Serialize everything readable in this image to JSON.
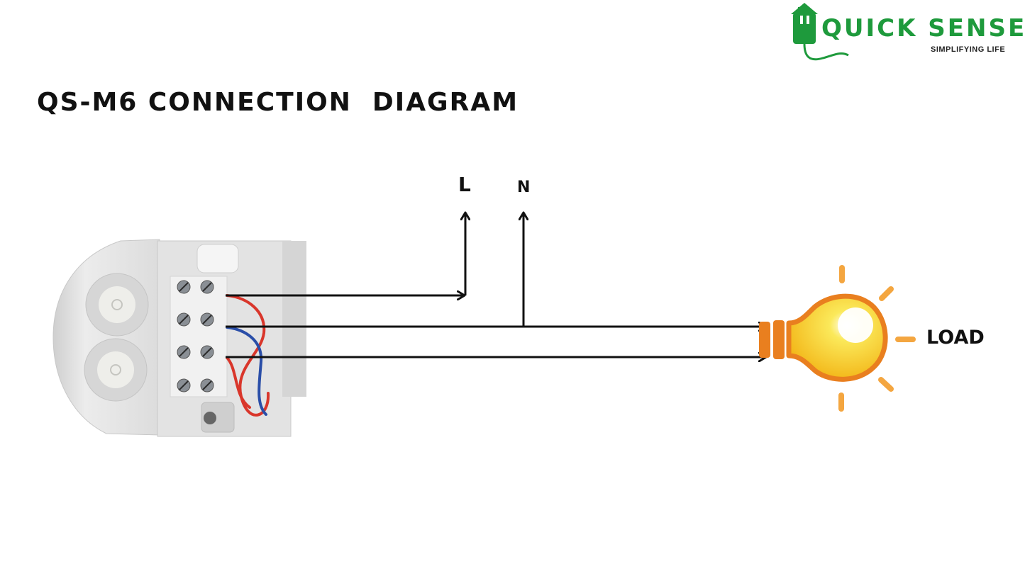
{
  "title": "QS-M6 CONNECTION  DIAGRAM",
  "brand": {
    "name": "QUICK SENSE",
    "tagline": "SIMPLIFYING LIFE",
    "color": "#1e9a3c",
    "icon": "plug-house-icon"
  },
  "terminals": {
    "live": "L",
    "neutral": "N"
  },
  "load_label": "LOAD",
  "colors": {
    "wire": "#111111",
    "bulb_glass": "#f7d21a",
    "bulb_base": "#e97f1f",
    "rays": "#f4a640",
    "sensor_body": "#e6e6e6",
    "wire_red": "#d9362b",
    "wire_blue": "#2a4ea8"
  }
}
